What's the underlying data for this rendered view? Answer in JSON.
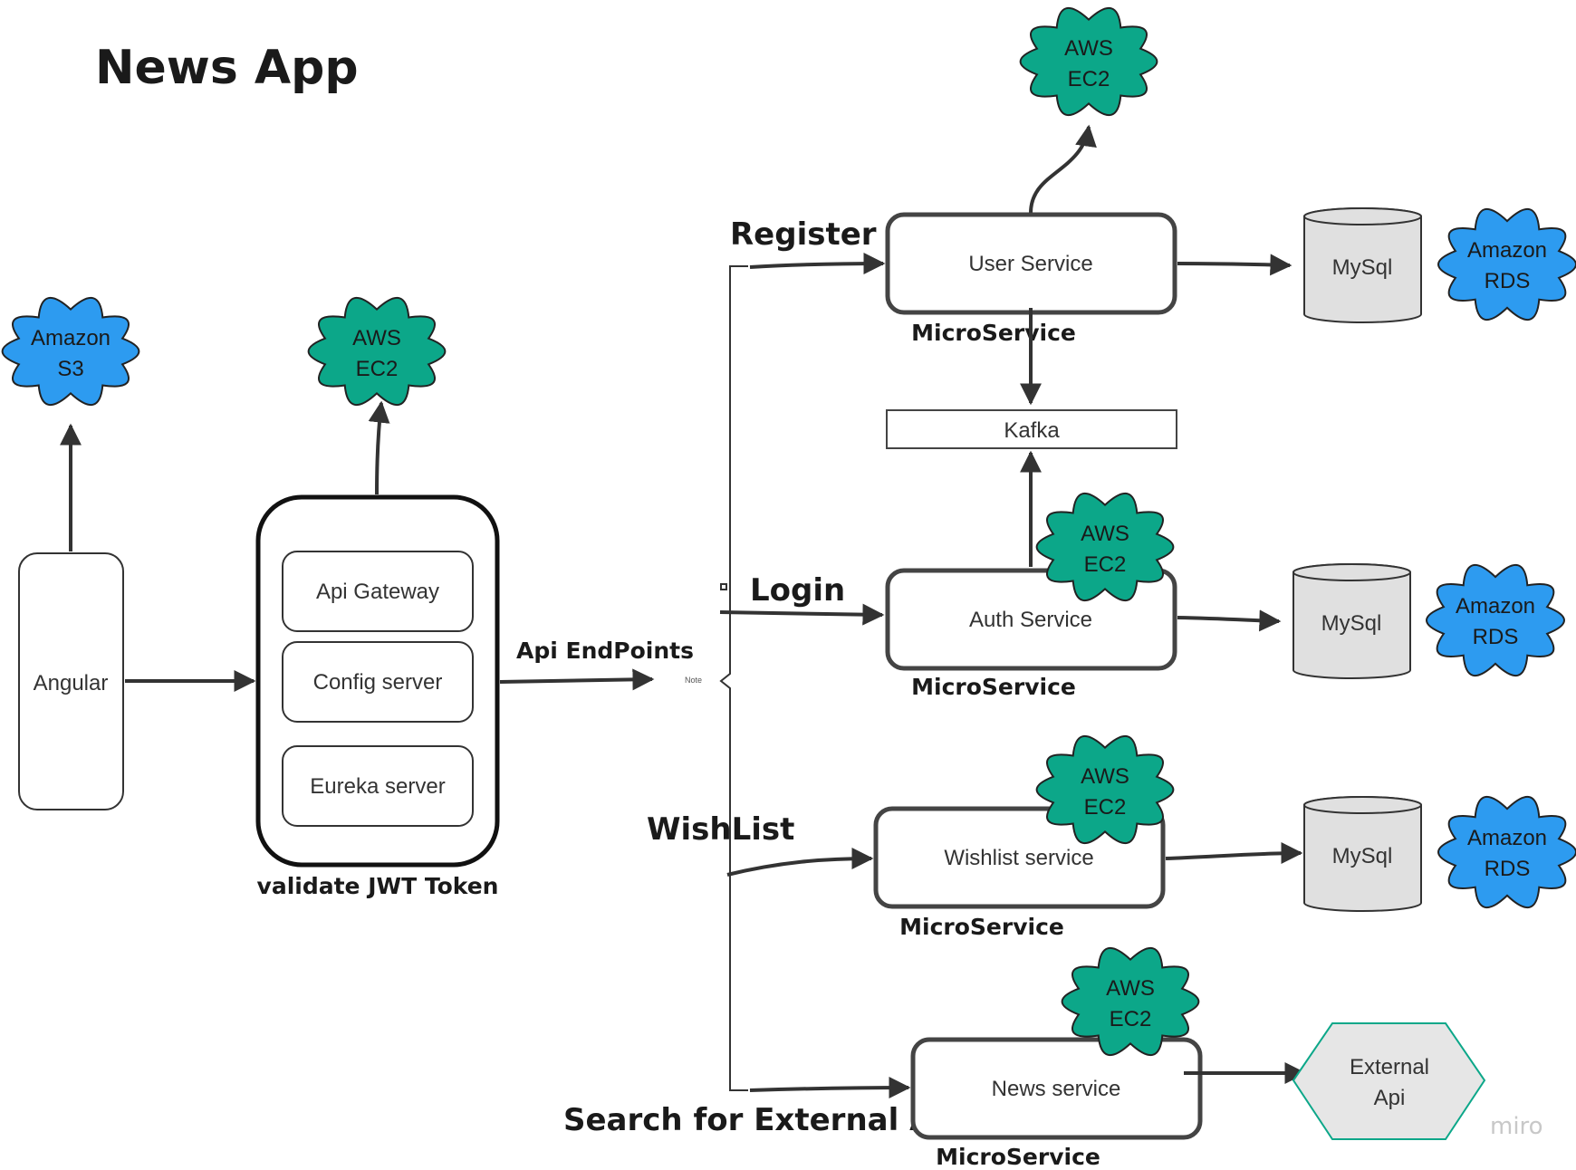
{
  "title": "News App",
  "frontend": {
    "label": "Angular",
    "cloud": {
      "line1": "Amazon",
      "line2": "S3"
    }
  },
  "gateway": {
    "items": [
      "Api Gateway",
      "Config server",
      "Eureka server"
    ],
    "caption": "validate JWT Token",
    "cloud": {
      "line1": "AWS",
      "line2": "EC2"
    }
  },
  "endpoints_label": "Api EndPoints",
  "note_label": "Note",
  "routes": {
    "register": "Register",
    "login": "Login",
    "wishlist": "WishList",
    "search": "Search for External APi"
  },
  "services": {
    "user": "User Service",
    "auth": "Auth Service",
    "wishlist": "Wishlist service",
    "news": "News service",
    "caption": "MicroService"
  },
  "kafka": "Kafka",
  "aws": {
    "line1": "AWS",
    "line2": "EC2"
  },
  "database": "MySql",
  "rds": {
    "line1": "Amazon",
    "line2": "RDS"
  },
  "external_api": {
    "line1": "External",
    "line2": "Api"
  },
  "watermark": "miro",
  "colors": {
    "aws_green": "#0ca789",
    "amazon_blue": "#2d9bf0",
    "db_fill": "#e0e0e0",
    "hex_fill": "#e6e6e6",
    "hex_stroke": "#0ca789",
    "stroke": "#333333"
  }
}
